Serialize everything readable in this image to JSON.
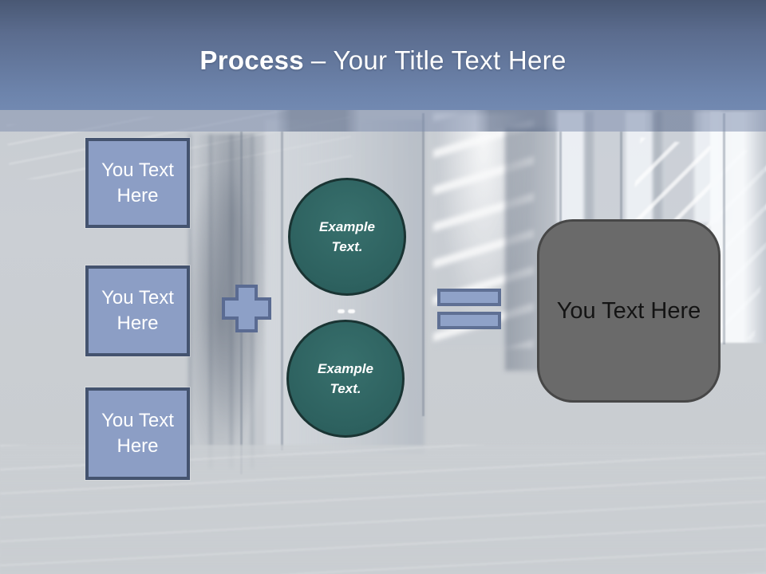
{
  "slide": {
    "title": {
      "prefix": "Process",
      "rest": "– Your Title Text Here"
    },
    "input_boxes": [
      {
        "label": "You Text Here"
      },
      {
        "label": "You Text Here"
      },
      {
        "label": "You Text Here"
      }
    ],
    "example_circles": [
      {
        "label": "Example Text."
      },
      {
        "label": "Example Text."
      }
    ],
    "result_box": {
      "label": "You Text Here"
    },
    "colors": {
      "header_top": "#495874",
      "header_bottom": "#7289b1",
      "accent_blue_fill": "#8c9ec5",
      "accent_blue_border": "#44536f",
      "teal_fill": "#2d615f",
      "teal_border": "#1a3433",
      "gray_fill": "#6a6a6a",
      "gray_border": "#474747",
      "background": "#cbcfd4"
    }
  }
}
